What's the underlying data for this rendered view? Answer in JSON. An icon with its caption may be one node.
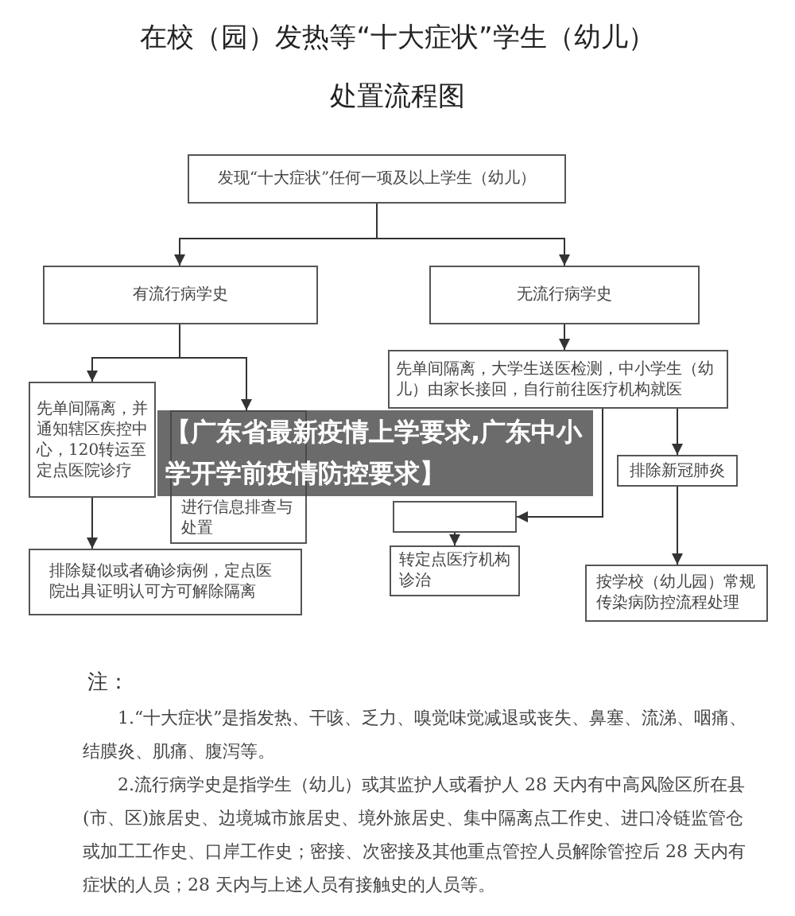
{
  "diagram": {
    "title": "在校（园）发热等“十大症状”学生（幼儿）处置流程图",
    "nodes": [
      {
        "text": [
          "发现“十大症状”任何一项及以上学生（幼儿）"
        ]
      },
      {
        "text": [
          "有流行病学史"
        ]
      },
      {
        "text": [
          "无流行病学史"
        ]
      },
      {
        "text": [
          "先单间隔离，并通知辖区疾控中心，120转运至定点医院诊疗"
        ]
      },
      {
        "text": [
          "进行信息排查与处置"
        ]
      },
      {
        "text": [
          "先单间隔离，大学生送医检测，中小学生（幼儿）由家长接回，自行前往医疗机构就医"
        ]
      },
      {
        "text": [],
        "shape": "box"
      },
      {
        "text": [
          "排除新冠肺炎"
        ]
      },
      {
        "text": [
          "排除疑似或者确诊病例，定点医院出具证明认可方可解除隔离"
        ]
      },
      {
        "text": [
          "转定点医疗机构诊治"
        ]
      },
      {
        "text": [
          "按学校（幼儿园）常规传染病防控流程处理"
        ]
      }
    ],
    "edges": [
      {
        "from": 0,
        "to": 1,
        "arrow": "to"
      },
      {
        "from": 0,
        "to": 2,
        "arrow": "to"
      },
      {
        "from": 1,
        "to": 3,
        "arrow": "to"
      },
      {
        "from": 1,
        "to": 4,
        "arrow": "to"
      },
      {
        "from": 2,
        "to": 5,
        "arrow": "to"
      },
      {
        "from": 5,
        "to": 6,
        "arrow": "to"
      },
      {
        "from": 5,
        "to": 7,
        "arrow": "to"
      },
      {
        "from": 3,
        "to": 8,
        "arrow": "to"
      },
      {
        "from": 6,
        "to": 9,
        "arrow": "to"
      },
      {
        "from": 7,
        "to": 10,
        "arrow": "to"
      }
    ],
    "labels": [
      "【广东省最新疫情上学要求,广东中小学开学前疫情防控要求】",
      "注：",
      "1.“十大症状”是指发热、干咳、乏力、嗅觉味觉减退或丧失、鼻塞、流涕、咽痛、结膜炎、肌痛、腹泻等。",
      "2.流行病学史是指学生（幼儿）或其监护人或看护人 28 天内有中高风险区所在县(市、区)旅居史、边境城市旅居史、境外旅居史、集中隔离点工作史、进口冷链监管仓或加工工作史、口岸工作史；密接、次密接及其他重点管控人员解除管控后 28 天内有症状的人员；28 天内与上述人员有接触史的人员等。"
    ]
  }
}
